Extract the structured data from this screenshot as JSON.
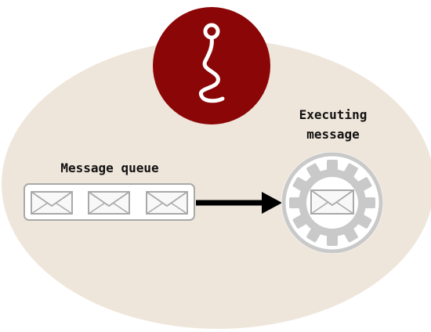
{
  "diagram": {
    "queue_label": "Message queue",
    "executing_label_line1": "Executing",
    "executing_label_line2": "message"
  },
  "colors": {
    "background_blob": "#efe6db",
    "thread_circle": "#8b0606",
    "thread_stroke": "#ffffff",
    "queue_border": "#a9a9a9",
    "envelope_stroke": "#a9a9a9",
    "envelope_fill": "#f8f8f8",
    "gear": "#c9c9c9",
    "arrow": "#000000"
  },
  "icons": {
    "thread": "thread-icon",
    "envelope": "envelope-icon",
    "gear": "gear-icon"
  }
}
